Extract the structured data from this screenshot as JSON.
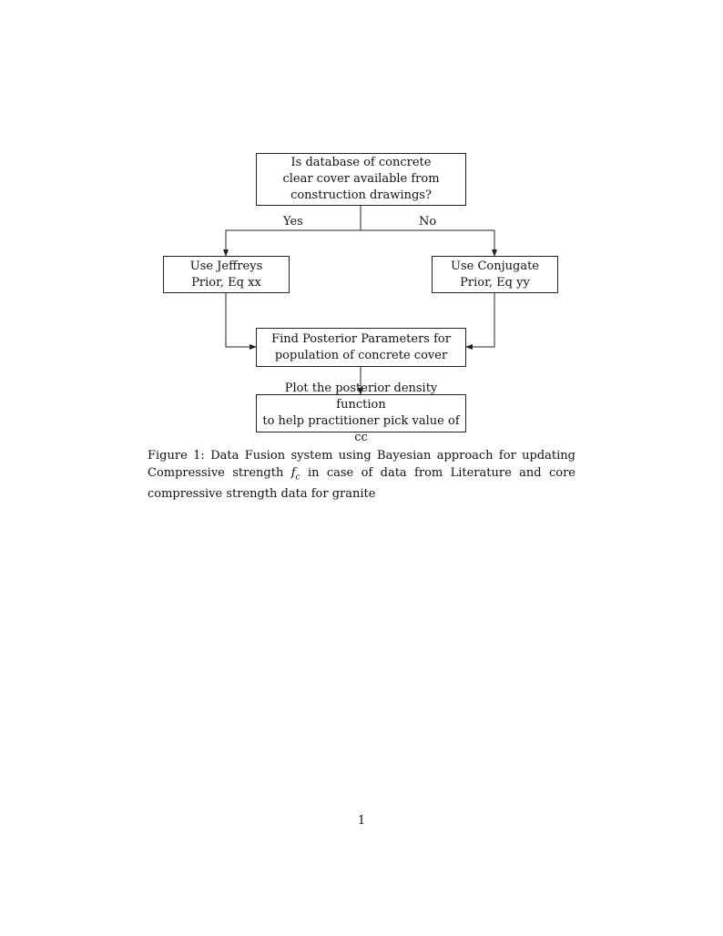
{
  "diagram": {
    "nodes": {
      "question": "Is database of concrete\nclear cover available from\nconstruction drawings?",
      "jeffreys": "Use Jeffreys\nPrior, Eq xx",
      "conjugate": "Use Conjugate\nPrior, Eq yy",
      "posterior": "Find Posterior Parameters for\npopulation of concrete cover",
      "plot": "Plot the posterior density function\nto help practitioner pick value of cc"
    },
    "edge_labels": {
      "yes": "Yes",
      "no": "No"
    }
  },
  "caption": {
    "label": "Figure 1:",
    "text_before": "Data Fusion system using Bayesian approach for updating Compressive strength",
    "var": "f",
    "var_sub": "c",
    "text_after": "in case of data from Literature and core compressive strength data for granite"
  },
  "page_number": "1"
}
